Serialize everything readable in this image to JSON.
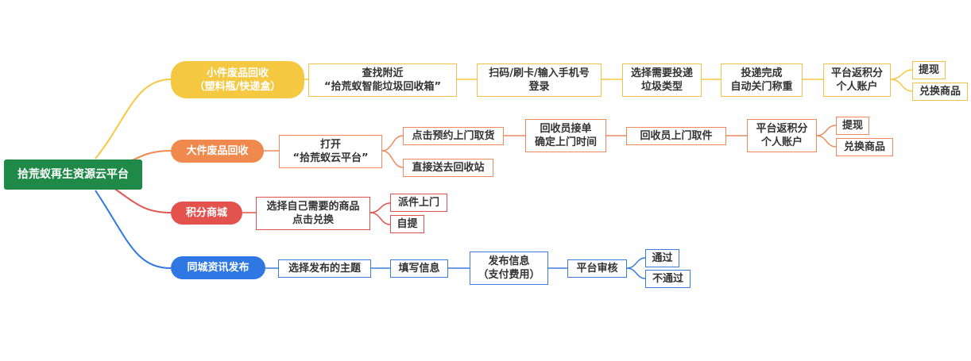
{
  "diagram": {
    "root": "拾荒蚁再生资源云平台",
    "colors": {
      "root": "#1f8a48",
      "yellow": "#f5c842",
      "orange": "#f0894d",
      "red": "#e4524e",
      "blue": "#2f78e4"
    },
    "branch1": {
      "title": "小件废品回收\n（塑料瓶/快递盒）",
      "s1": "查找附近\n“拾荒蚁智能垃圾回收箱”",
      "s2": "扫码/刷卡/输入手机号\n登录",
      "s3": "选择需要投递\n垃圾类型",
      "s4": "投递完成\n自动关门称重",
      "s5": "平台返积分\n个人账户",
      "o1": "提现",
      "o2": "兑换商品"
    },
    "branch2": {
      "title": "大件废品回收",
      "s1": "打开\n“拾荒蚁云平台”",
      "a1": "点击预约上门取货",
      "a2": "直接送去回收站",
      "s2": "回收员接单\n确定上门时间",
      "s3": "回收员上门取件",
      "s4": "平台返积分\n个人账户",
      "o1": "提现",
      "o2": "兑换商品"
    },
    "branch3": {
      "title": "积分商城",
      "s1": "选择自己需要的商品\n点击兑换",
      "o1": "派件上门",
      "o2": "自提"
    },
    "branch4": {
      "title": "同城资讯发布",
      "s1": "选择发布的主题",
      "s2": "填写信息",
      "s3": "发布信息\n（支付费用）",
      "s4": "平台审核",
      "o1": "通过",
      "o2": "不通过"
    }
  }
}
